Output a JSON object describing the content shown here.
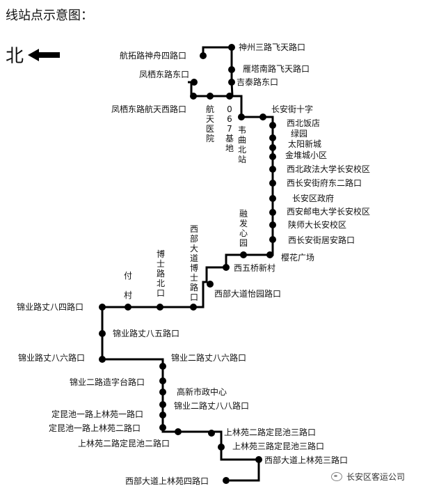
{
  "title": "线站点示意图：",
  "north_label": "北",
  "brand": "长安区客运公司",
  "stations": {
    "s1": "航拓路神舟四路口",
    "s2": "神州三路飞天路口",
    "s3": "雁塔南路飞天路口",
    "s4": "凤栖东路东口",
    "s5": "吉泰路东口",
    "s6": "凤栖东路航天西路口",
    "s7": "航天医院",
    "s8": "067基地",
    "s9": "韦曲北站",
    "s10": "长安街十字",
    "s11": "西北饭店",
    "s12": "绿园",
    "s13": "太阳新城",
    "s14": "金堆城小区",
    "s15": "西北政法大学长安校区",
    "s16": "西长安街府东二路口",
    "s17": "长安区政府",
    "s18": "西安邮电大学长安校区",
    "s19": "陕师大长安校区",
    "s20": "西长安街居安路口",
    "s21": "融发心园",
    "s22": "樱花广场",
    "s23": "西五桥新村",
    "s24": "西部大道怡园路口",
    "s25": "西部大道博士路口",
    "s26": "博士路北口",
    "s27": "付村",
    "s28": "锦业路丈八四路口",
    "s29": "锦业路丈八五路口",
    "s30": "锦业路丈八六路口",
    "s31": "锦业二路丈八六路口",
    "s32": "锦业二路造字台路口",
    "s33": "高新市政中心",
    "s34": "锦业二路丈八八路口",
    "s35": "定昆池一路上林苑一路口",
    "s36": "定昆池一路上林苑二路口",
    "s37": "上林苑二路定昆池二路口",
    "s38": "上林苑二路定昆池三路口",
    "s39": "上林苑三路定昆池三路口",
    "s40": "西部大道上林苑三路口",
    "s41": "西部大道上林苑四路口"
  }
}
